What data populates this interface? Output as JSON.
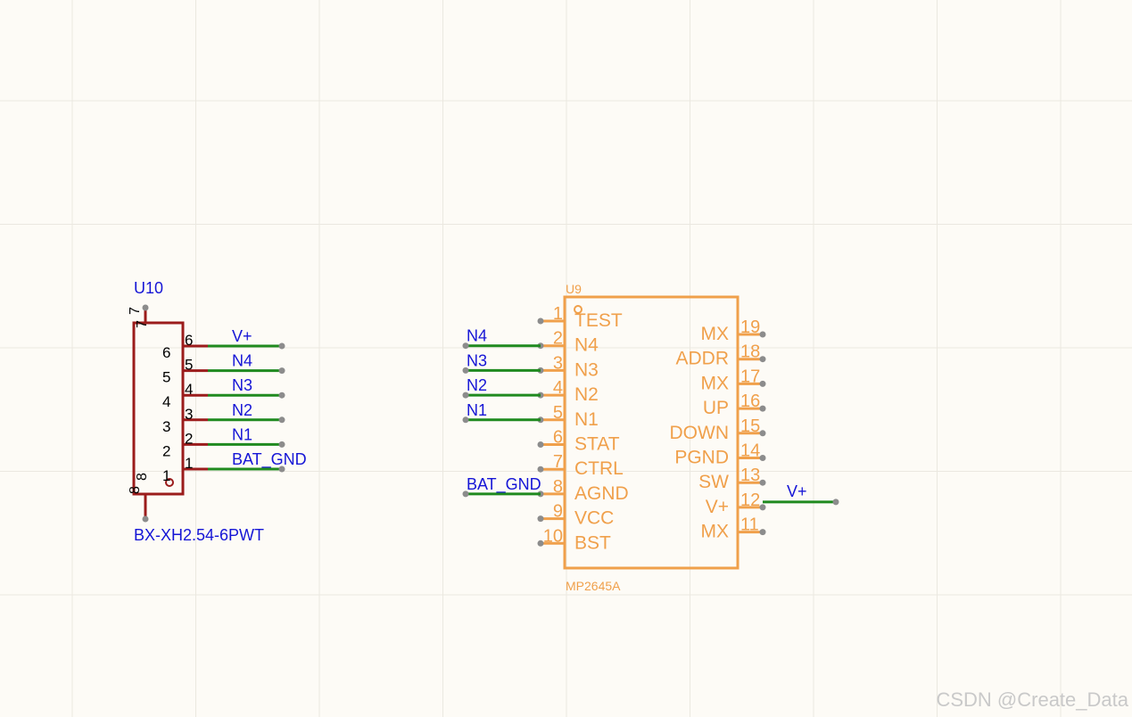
{
  "connector": {
    "ref": "U10",
    "part": "BX-XH2.54-6PWT",
    "mount_pins": [
      "7",
      "8"
    ],
    "pins": [
      {
        "num": "6",
        "net": "V+"
      },
      {
        "num": "5",
        "net": "N4"
      },
      {
        "num": "4",
        "net": "N3"
      },
      {
        "num": "3",
        "net": "N2"
      },
      {
        "num": "2",
        "net": "N1"
      },
      {
        "num": "1",
        "net": "BAT_GND"
      }
    ]
  },
  "chip": {
    "ref": "U9",
    "part": "MP2645A",
    "left_pins": [
      {
        "num": "1",
        "name": "TEST",
        "net": ""
      },
      {
        "num": "2",
        "name": "N4",
        "net": "N4"
      },
      {
        "num": "3",
        "name": "N3",
        "net": "N3"
      },
      {
        "num": "4",
        "name": "N2",
        "net": "N2"
      },
      {
        "num": "5",
        "name": "N1",
        "net": "N1"
      },
      {
        "num": "6",
        "name": "STAT",
        "net": ""
      },
      {
        "num": "7",
        "name": "CTRL",
        "net": ""
      },
      {
        "num": "8",
        "name": "AGND",
        "net": "BAT_GND"
      },
      {
        "num": "9",
        "name": "VCC",
        "net": ""
      },
      {
        "num": "10",
        "name": "BST",
        "net": ""
      }
    ],
    "right_pins": [
      {
        "num": "19",
        "name": "MX",
        "net": ""
      },
      {
        "num": "18",
        "name": "ADDR",
        "net": ""
      },
      {
        "num": "17",
        "name": "MX",
        "net": ""
      },
      {
        "num": "16",
        "name": "UP",
        "net": ""
      },
      {
        "num": "15",
        "name": "DOWN",
        "net": ""
      },
      {
        "num": "14",
        "name": "PGND",
        "net": ""
      },
      {
        "num": "13",
        "name": "SW",
        "net": ""
      },
      {
        "num": "12",
        "name": "V+",
        "net": "V+"
      },
      {
        "num": "11",
        "name": "MX",
        "net": ""
      }
    ]
  },
  "watermark": "CSDN @Create_Data",
  "colors": {
    "background": "#fdfbf6",
    "grid": "#ebe8e0",
    "connector_body": "#9b1c1c",
    "chip_body": "#f0a04b",
    "wire": "#1f8a1f",
    "net_label": "#1515d6",
    "pin_dot": "#8c8c8c"
  }
}
